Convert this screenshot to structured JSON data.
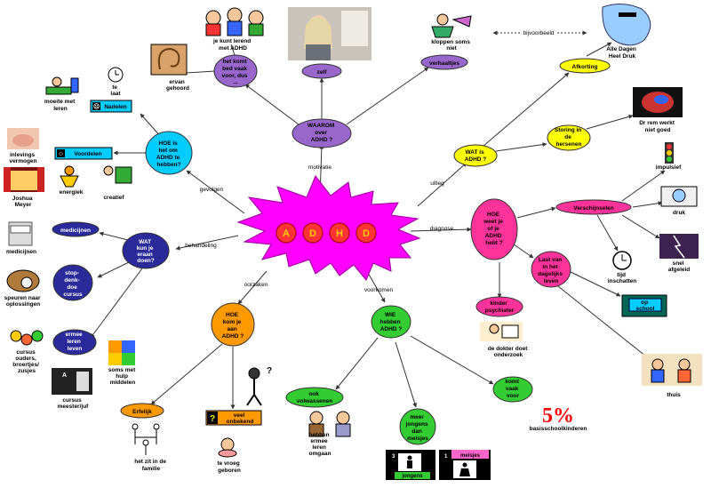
{
  "center": {
    "letters": [
      "A",
      "D",
      "H",
      "D"
    ],
    "color": "#ff00ff"
  },
  "colors": {
    "purple": "#9966cc",
    "cyan": "#00ccff",
    "yellow": "#ffff00",
    "pink": "#ff3399",
    "green": "#33cc33",
    "orange": "#ff9900",
    "navy": "#2a2a9a",
    "line": "#333333"
  },
  "edge_labels": {
    "motivatie": "motivatie",
    "uitleg": "uitleg",
    "gevolgen": "gevolgen",
    "behandeling": "behandeling",
    "diagnose": "diagnose",
    "oorzaken": "oorzaken",
    "voorkomen": "voorkomen",
    "bijvoorbeeld": "bijvoorbeeld"
  },
  "nodes": {
    "waarom": [
      "WAAROM",
      "over",
      "ADHD ?"
    ],
    "zelf": [
      "zelf"
    ],
    "verhaaltjes": [
      "verhaaltjes"
    ],
    "komt_voor": [
      "het komt",
      "bed vaak",
      "voor, dus",
      "..."
    ],
    "wat_is": [
      "WAT is",
      "ADHD ?"
    ],
    "afkorting": [
      "Afkorting"
    ],
    "storing": [
      "Storing in",
      "de",
      "hersenen"
    ],
    "hoe_is": [
      "HOE is",
      "het om",
      "ADHD te",
      "hebben?"
    ],
    "nadelen": [
      "Nadelen"
    ],
    "voordelen": [
      "Voordelen"
    ],
    "wat_kun": [
      "WAT",
      "kun je",
      "eraan",
      "doen?"
    ],
    "medicijnen": [
      "medicijnen"
    ],
    "stop_denk": [
      "stop-",
      "denk-",
      "doe",
      "cursus"
    ],
    "ermee": [
      "ermee",
      "leren",
      "leven"
    ],
    "hoe_weet": [
      "HOE",
      "weet je",
      "of je",
      "ADHD",
      "hebt ?"
    ],
    "verschijnselen": [
      "Verschijnselen"
    ],
    "last": [
      "Last van",
      "in het",
      "dagelijks",
      "leven"
    ],
    "psychiater": [
      "kinder",
      "psychiater"
    ],
    "op_school": [
      "op",
      "school"
    ],
    "hoe_kom": [
      "HOE",
      "kom je",
      "aan",
      "ADHD ?"
    ],
    "erfelijk": [
      "Erfelijk"
    ],
    "veel_onbekend": [
      "veel",
      "onbekend"
    ],
    "wie_hebben": [
      "WIE",
      "hebben",
      "ADHD ?"
    ],
    "ook_volwassenen": [
      "ook",
      "volwassenen"
    ],
    "meer_jongens": [
      "meer",
      "jongens",
      "dan",
      "meisjes"
    ],
    "komt_vaak": [
      "komt",
      "vaak",
      "voor"
    ]
  },
  "captions": {
    "jekunt": [
      "je kunt lerend",
      "met ADHD"
    ],
    "ervan": [
      "ervan",
      "gehoord"
    ],
    "kloppen": [
      "kloppen soms",
      "niet"
    ],
    "alle_dagen": [
      "Alle Dagen",
      "Heel Druk"
    ],
    "werkt_niet": [
      "Dr rem werkt",
      "niet goed"
    ],
    "te_laat": [
      "te",
      "laat"
    ],
    "moeite": [
      "moeite met",
      "leren"
    ],
    "inlevings": [
      "inlevings",
      "vermogen"
    ],
    "joshua": [
      "Joshua",
      "Meyer"
    ],
    "energiek": [
      "energiek"
    ],
    "creatief": [
      "creatief"
    ],
    "impulsief": [
      "impulsief"
    ],
    "druk": [
      "druk"
    ],
    "snel": [
      "snel",
      "afgeleid"
    ],
    "tijd": [
      "tijd",
      "inschatten"
    ],
    "thuis": [
      "thuis"
    ],
    "medicijnen_pic": [
      "medicijnen"
    ],
    "oplossingen": [
      "speuren naar",
      "oplossingen"
    ],
    "cursus_ouders": [
      "cursus",
      "ouders,",
      "broertjes/",
      "zusjes"
    ],
    "cursus_meester": [
      "cursus",
      "meester/juf"
    ],
    "soms_hulp": [
      "soms met",
      "hulp",
      "middelen"
    ],
    "dokter": [
      "de dokter doet",
      "onderzoek"
    ],
    "familie": [
      "het zit in de",
      "familie"
    ],
    "te_vroeg": [
      "te vroeg",
      "geboren"
    ],
    "hebben_ermee": [
      "hebben",
      "ermee",
      "leren",
      "omgaan"
    ],
    "basis": [
      "basisschoolkinderen"
    ]
  },
  "stats": {
    "percent": "5%",
    "jongens_count": "3",
    "jongens_label": "jongens",
    "meisjes_count": "1",
    "meisjes_label": "meisjes"
  }
}
